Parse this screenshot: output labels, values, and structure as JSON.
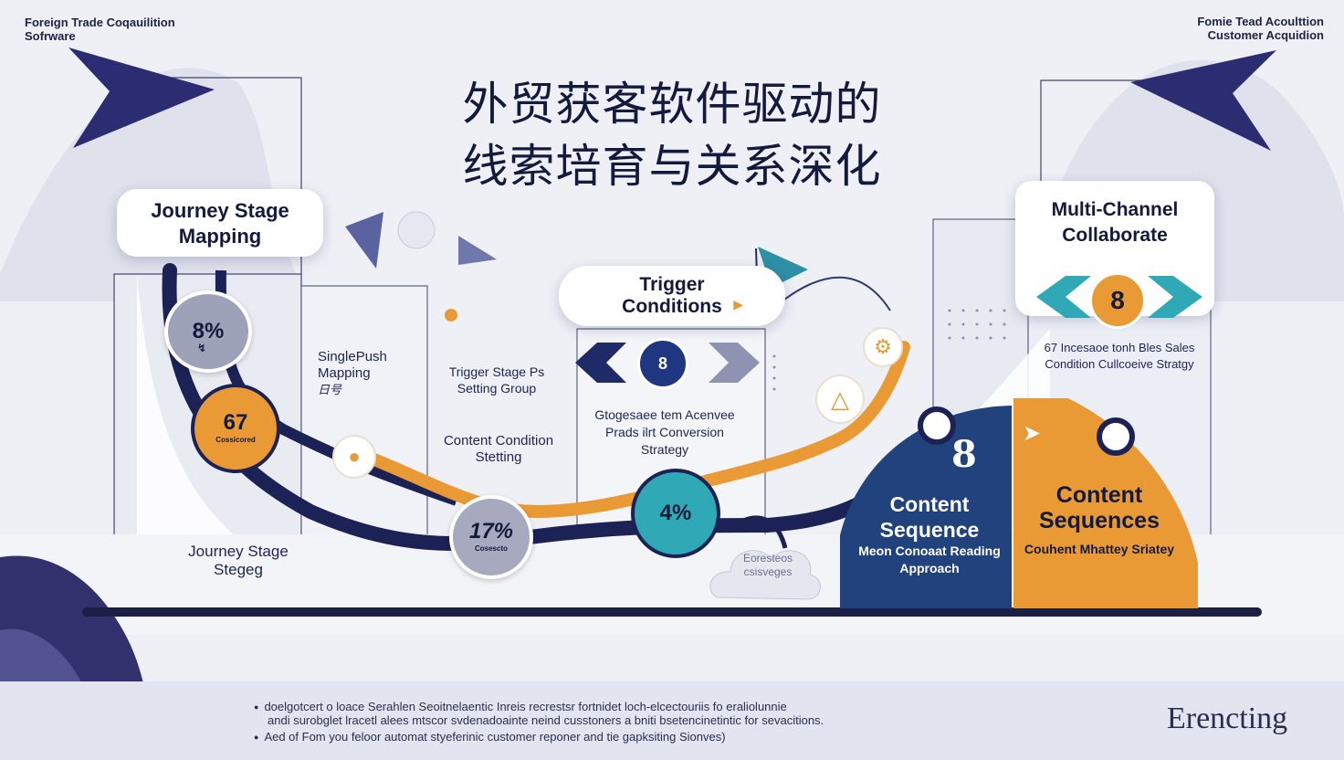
{
  "header": {
    "top_left": "Foreign Trade Coqauilition Sofrware",
    "top_right": "Fomie Tead Acoulttion Customer Acquidion",
    "title_line1": "外贸获客软件驱动的",
    "title_line2": "线索培育与关系深化"
  },
  "cards": {
    "journey": "Journey Stage Mapping",
    "trigger": "Trigger Conditions",
    "multichannel": "Multi-Channel Collaborate"
  },
  "metrics": {
    "m1": {
      "value": "8%",
      "sub": ""
    },
    "m2": {
      "value": "67",
      "sub": "Cossicored"
    },
    "m3": {
      "value": "17%",
      "sub": "Cosescto"
    },
    "m4": {
      "value": "4%",
      "sub": ""
    },
    "trigger_badge": "8",
    "multichannel_badge": "8",
    "seq_badge": "8"
  },
  "labels": {
    "singlepush": "SinglePush Mapping",
    "singlepush_sub": "日号",
    "trigger_stage": "Trigger Stage Ps Setting Group",
    "content_condition": "Content Condition Stetting",
    "trigger_desc": "Gtogesaee tem Acenvee Prads ilrt Conversion Strategy",
    "journey_stage_bottom": "Journey Stage Stegeg",
    "cloud_label": "Eoresteos csisveges",
    "multichannel_desc": "67 Incesaoe tonh Bles Sales Condition Cullcoeive Stratgy"
  },
  "sequences": {
    "blue_title": "Content Sequence",
    "blue_sub": "Meon Conoaat Reading Approach",
    "orange_title": "Content Sequences",
    "orange_sub": "Couhent Mhattey Sriatey"
  },
  "footer": {
    "bullet1": "doelgotcert o loace Serahlen Seoitnelaentic Inreis recrestsr fortnidet loch-elcectouriis fo eraliolunnie",
    "bullet1b": "andi surobglet lracetl alees mtscor svdenadoainte neind cusstoners a bniti bsetencinetintic for sevacitions.",
    "bullet2": "Aed of Fom you feloor automat styeferinic customer reponer and tie gapksiting Sionves)",
    "brand": "Erencting"
  },
  "colors": {
    "navy": "#1f2b68",
    "orange": "#ea9a34",
    "teal": "#2ea9b5",
    "gray": "#9ea2b8",
    "blue_panel": "#22427e"
  }
}
